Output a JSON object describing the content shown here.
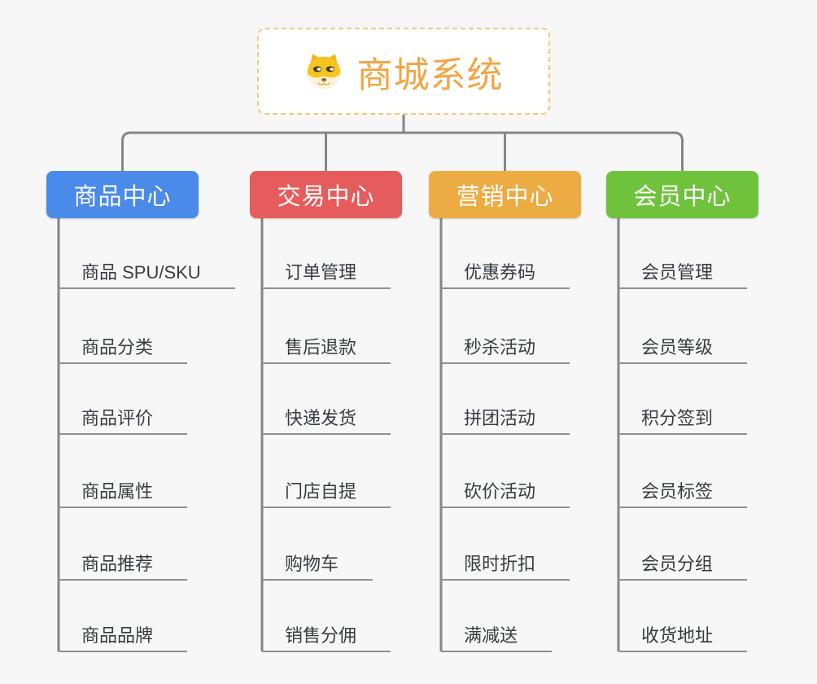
{
  "root": {
    "title": "商城系统",
    "icon": "doge-icon",
    "title_color": "#f0a644",
    "border_color": "#f6c77c"
  },
  "branches": [
    {
      "label": "商品中心",
      "color": "#4a8ae8",
      "children": [
        "商品 SPU/SKU",
        "商品分类",
        "商品评价",
        "商品属性",
        "商品推荐",
        "商品品牌"
      ]
    },
    {
      "label": "交易中心",
      "color": "#e65c5c",
      "children": [
        "订单管理",
        "售后退款",
        "快递发货",
        "门店自提",
        "购物车",
        "销售分佣"
      ]
    },
    {
      "label": "营销中心",
      "color": "#ecab43",
      "children": [
        "优惠券码",
        "秒杀活动",
        "拼团活动",
        "砍价活动",
        "限时折扣",
        "满减送"
      ]
    },
    {
      "label": "会员中心",
      "color": "#6fc23c",
      "children": [
        "会员管理",
        "会员等级",
        "积分签到",
        "会员标签",
        "会员分组",
        "收货地址"
      ]
    }
  ],
  "colors": {
    "background": "#f7f7f7",
    "connector": "#868686",
    "underline": "#8f8f8f",
    "leaf_text": "#383c42"
  }
}
